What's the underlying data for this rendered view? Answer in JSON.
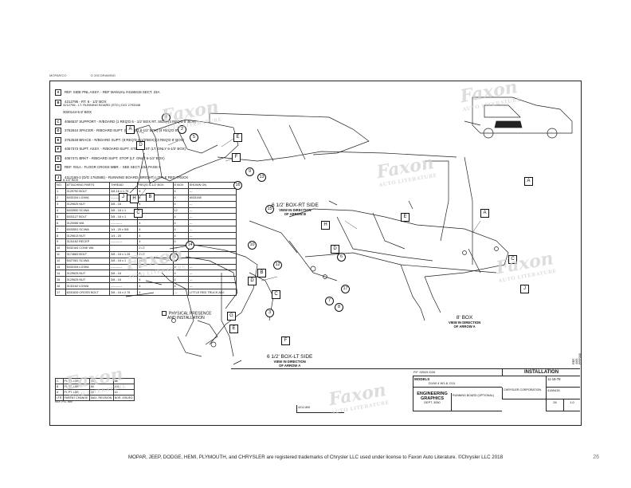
{
  "header": {
    "left": "MOPAR/CO",
    "mid": "D 205 DRAWING"
  },
  "notes": [
    {
      "key": "A",
      "text": "REF. SIDE PNL ASSY. - REF MANUAL #4169415 SECT. 23A"
    },
    {
      "key": "B",
      "text": "4212795 - RT.   6 - 1/2' BOX",
      "sub": "4212796 - LT.      RUNNING BOARD (STD.)   D/G 2793348"
    },
    {
      "key": "",
      "text": "3020144-5    8' BOX"
    },
    {
      "key": "C",
      "text": "4066537  SUPPORT - R/BOARD (1 REQ'D 6 - 1/2' BOX RT. SIDE) (4 REQ'D 8' BOX)"
    },
    {
      "key": "D",
      "text": "3762544  SPACER - R/BOARD SUPT. (8 REQ'D 6-1/2' BOX) (4 REQ'D 8'BOX)"
    },
    {
      "key": "E",
      "text": "3762548  BRACE - R/BOARD SUPT. (8 REQ'D 6-1/2'BOX) (4 REQ'D 8' BOX)"
    },
    {
      "key": "F",
      "text": "4067373  SUPT. ASSY. - R/BOARD SUPT. STEP REST (LT. ONLY 6-1/2' BOX)"
    },
    {
      "key": "G",
      "text": "4067471  BRKT - R/BOARD SUPT. STOP (LT. ONLY 6-1/2' BOX)"
    },
    {
      "key": "H",
      "text": "REF. #31A - FLOOR CROSS MBR. - SEE SECT. 23A PAGE 9"
    },
    {
      "key": "J",
      "text": "4112169-2  (D/G 1762585) - RUNNING BOARD (BRIGHT) LITTLE RED TRUCK",
      "sub": "6-1/2' BOX"
    }
  ],
  "hardware": {
    "headers": [
      "NO.",
      "ATTACHING PARTS",
      "THREAD",
      "REQ'D 6-1/2' BOX",
      "8' BOX",
      "SHOWN ON"
    ],
    "rows": [
      [
        "1",
        "3129790  BOLT",
        "3/8-16 x 1.75",
        "4",
        "4",
        "---"
      ],
      [
        "2",
        "6033154  LG/WA",
        "-----------",
        "4",
        "4",
        "6033158"
      ],
      [
        "3",
        "3129625  NUT",
        "3/8 - 16",
        "4",
        "4",
        "---"
      ],
      [
        "4",
        "6033550  SC/WA",
        "3/8 - 16 x 1",
        "8",
        "12",
        "---"
      ],
      [
        "5",
        "6031127  BOLT",
        "3/8 - 16 x 1",
        "4",
        "4",
        "---"
      ],
      [
        "6",
        "3120086  WA",
        "-----------",
        "4",
        "4",
        "---"
      ],
      [
        "7",
        "6033551  SC/WA",
        "1/4 - 20 x 5/8",
        "4",
        "4",
        "---"
      ],
      [
        "8",
        "3129613  NUT",
        "1/4 - 20",
        "4",
        "4",
        "---"
      ],
      [
        "9",
        "3131162  RECEP",
        "-----------",
        "4",
        "4",
        "---"
      ],
      [
        "10",
        "6032164  CONE WA",
        "",
        "2 LT.",
        "---",
        ""
      ],
      [
        "11",
        "3174683  BOLT",
        "3/8 - 16 x 1.25",
        "2 LT.",
        "---",
        ""
      ],
      [
        "12",
        "6027081  SC/WA",
        "3/8 - 16 x 1",
        "2 LT.",
        "---",
        ""
      ],
      [
        "13",
        "6033154  LG/WA",
        "-----------",
        "4",
        "4",
        "---"
      ],
      [
        "14",
        "3129625  NUT",
        "3/8 - 16",
        "4",
        "4",
        "---"
      ],
      [
        "15",
        "3129625  NUT",
        "3/8 - 16",
        "4",
        "4",
        "---"
      ],
      [
        "16",
        "3131162  LG/WA",
        "-----------",
        "4",
        "4",
        "---"
      ],
      [
        "17",
        "6031626  CROSS BOLT",
        "3/8 - 16 x 2.75",
        "4",
        "---",
        "LITTLE RED TRUCK ADJ"
      ]
    ]
  },
  "physical_presence": {
    "line1": "PHYSICAL PRESENCE",
    "line2": "AND INSTALLATION",
    "key": "G"
  },
  "views": [
    {
      "title": "6 1/2' BOX-RT SIDE",
      "sub1": "VIEW IN DIRECTION",
      "sub2": "OF ARROW B"
    },
    {
      "title": "8' BOX",
      "sub1": "VIEW IN DIRECTION",
      "sub2": "OF ARROW A"
    },
    {
      "title": "6 1/2' BOX-LT SIDE",
      "sub1": "VIEW IN DIRECTION",
      "sub2": "OF ARROW A"
    }
  ],
  "title_block": {
    "installation": "INSTALLATION",
    "models_label": "MODELS",
    "models": "D1/W 4 W1-8, D11",
    "eng_graphics": "ENGINEERING GRAPHICS",
    "dept": "DEPT. 3050",
    "name": "RUNNING BOARD (OPTIONAL)",
    "drawing_date": "11-16-78",
    "manual_no": "4169415",
    "section": "26",
    "page": "1.0",
    "brand": "CHRYSLER CORPORATION",
    "pf": "P.F. 92025 D26",
    "drawing_no": "4212-800"
  },
  "revisions": {
    "rows": [
      [
        "C",
        "P1 PT. LSR",
        "18",
        "88"
      ],
      [
        "B",
        "P1 PT. LSR",
        "80",
        "105"
      ],
      [
        "A",
        "P1 PT. LSR",
        "00",
        "10"
      ],
      [
        "LTR",
        "PARENT CHANGE",
        "MAX. REVISION",
        "NOR. ISSUED"
      ]
    ],
    "ref": "REF. P.S. 999"
  },
  "side_text": "REF. 4/83 PPP000",
  "watermark": {
    "line1": "Faxon",
    "line2": "AUTO LITERATURE"
  },
  "footer": "MOPAR, JEEP, DODGE, HEMI, PLYMOUTH, and CHRYSLER are registered trademarks of Chrysler LLC used under license to Faxon Auto Literature. ©Chrysler LLC 2018",
  "page_number": "26",
  "callouts": {
    "A1": "A",
    "D1": "D",
    "E1": "E",
    "F1": "F",
    "H1": "H",
    "J1": "J",
    "B1": "B",
    "C1": "C",
    "c4": "4",
    "c2": "2",
    "c5": "5",
    "c9": "9",
    "c13": "13",
    "c16": "16",
    "c15": "15",
    "A2": "A",
    "A3": "A",
    "E2": "E",
    "H2": "H",
    "C2": "C",
    "J2": "J",
    "D2": "D",
    "c11": "11",
    "c10": "10",
    "c14": "14",
    "c12": "12",
    "c17": "17",
    "c7": "7",
    "c8": "8",
    "c3": "3",
    "c6": "6",
    "F2": "F",
    "B2": "B",
    "D3": "D",
    "E3": "E",
    "C3": "C",
    "G1": "G"
  }
}
